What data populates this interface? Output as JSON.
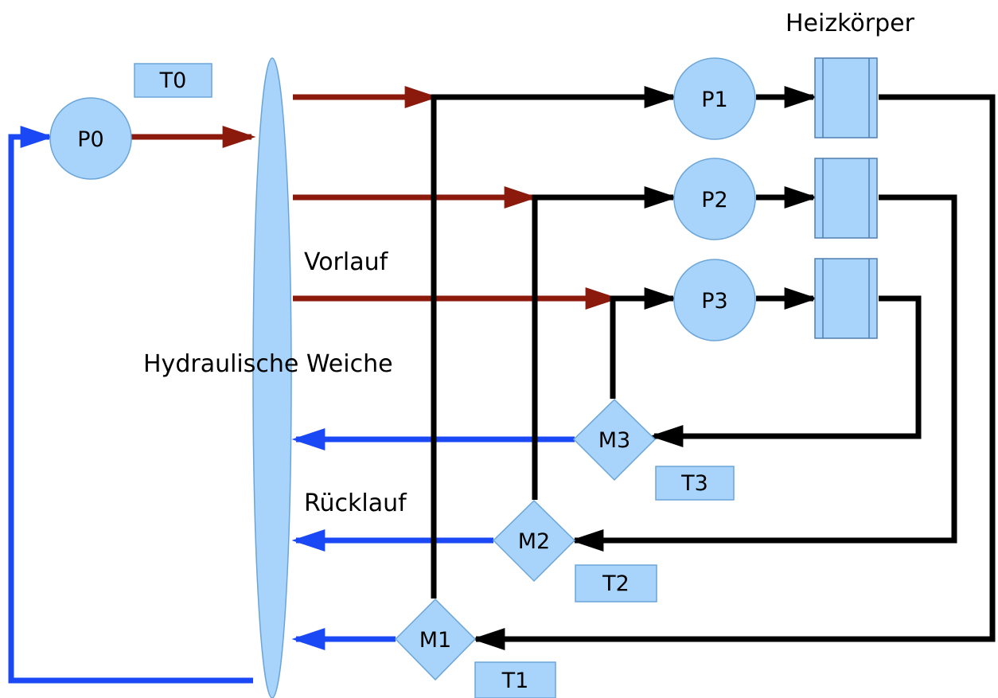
{
  "colors": {
    "component_fill": "#a8d4fb",
    "component_stroke": "#6ba5d8",
    "supply_pipe": "#8b1a0c",
    "return_pipe": "#1a48f5",
    "circuit_pipe": "#000000"
  },
  "labels": {
    "radiators": "Heizkörper",
    "supply": "Vorlauf",
    "return": "Rücklauf",
    "separator": "Hydraulische Weiche"
  },
  "pumps": {
    "p0": "P0",
    "p1": "P1",
    "p2": "P2",
    "p3": "P3"
  },
  "mixers": {
    "m1": "M1",
    "m2": "M2",
    "m3": "M3"
  },
  "sensors": {
    "t0": "T0",
    "t1": "T1",
    "t2": "T2",
    "t3": "T3"
  }
}
